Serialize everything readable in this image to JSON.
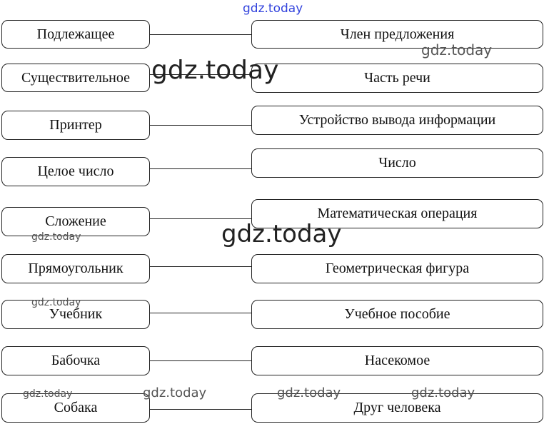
{
  "pairs": [
    {
      "left": "Подлежащее",
      "right": "Член предложения"
    },
    {
      "left": "Существительное",
      "right": "Часть речи"
    },
    {
      "left": "Принтер",
      "right": "Устройство вывода информации"
    },
    {
      "left": "Целое число",
      "right": "Число"
    },
    {
      "left": "Сложение",
      "right": "Математическая операция"
    },
    {
      "left": "Прямоугольник",
      "right": "Геометрическая фигура"
    },
    {
      "left": "Учебник",
      "right": "Учебное пособие"
    },
    {
      "left": "Бабочка",
      "right": "Насекомое"
    },
    {
      "left": "Собака",
      "right": "Друг человека"
    }
  ],
  "watermark": "gdz.today"
}
